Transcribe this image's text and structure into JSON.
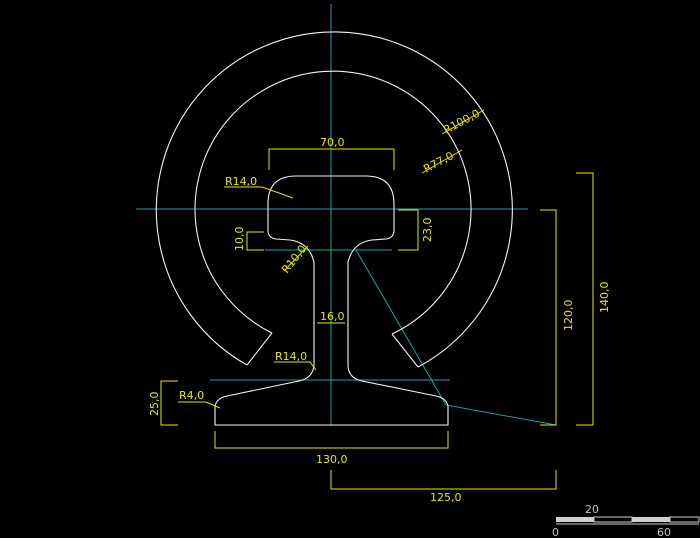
{
  "drawing": {
    "dimensions": {
      "head_width": "70,0",
      "outer_radius": "R100,0",
      "inner_radius": "R77,0",
      "head_corner_radius": "R14,0",
      "head_depth": "23,0",
      "neck_offset": "10,0",
      "neck_radius": "R10,0",
      "web_width": "16,0",
      "web_radius": "R14,0",
      "base_corner_radius": "R4,0",
      "base_height": "25,0",
      "base_width": "130,0",
      "offset_width": "125,0",
      "height_120": "120,0",
      "height_140": "140,0"
    },
    "scale_bar": {
      "label_mid": "20",
      "label_start": "0",
      "label_end": "60"
    }
  },
  "colors": {
    "background": "#000000",
    "geometry": "#f2f2f2",
    "centerline": "#1f9f9f",
    "dimension": "#e6e600"
  }
}
